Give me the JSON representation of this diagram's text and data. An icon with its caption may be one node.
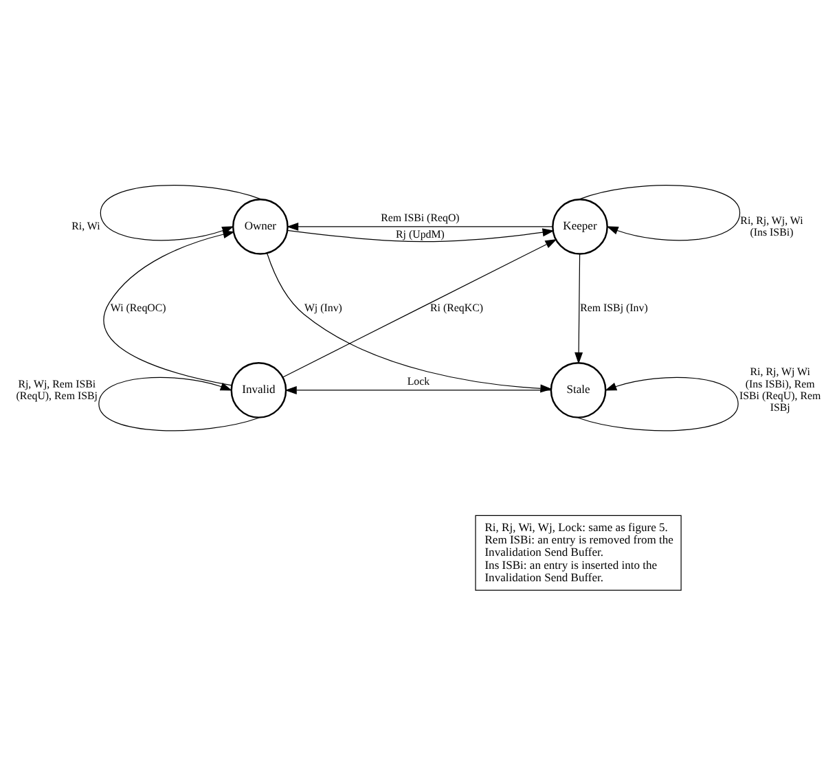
{
  "diagram": {
    "nodes": [
      {
        "text": [
          "Owner"
        ]
      },
      {
        "text": [
          "Keeper"
        ]
      },
      {
        "text": [
          "Invalid"
        ]
      },
      {
        "text": [
          "Stale"
        ]
      },
      {
        "text": [
          "Ri, Rj, Wi, Wj, Lock: same as figure 5.",
          "Rem ISBi: an entry is removed from the Invalidation Send Buffer.",
          "Ins ISBi: an entry is inserted into the Invalidation Send Buffer."
        ]
      }
    ],
    "edges": [
      {
        "from": 0,
        "to": 0,
        "arrow": "to",
        "label": "Ri, Wi"
      },
      {
        "from": 1,
        "to": 1,
        "arrow": "to",
        "label": "Ri, Rj, Wj, Wi (Ins ISBi)"
      },
      {
        "from": 1,
        "to": 0,
        "arrow": "to",
        "label": "Rem ISBi (ReqO)"
      },
      {
        "from": 0,
        "to": 1,
        "arrow": "to",
        "label": "Rj (UpdM)"
      },
      {
        "from": 0,
        "to": 3,
        "arrow": "to",
        "label": "Wj (Inv)"
      },
      {
        "from": 2,
        "to": 0,
        "arrow": "to",
        "label": "Wi (ReqOC)"
      },
      {
        "from": 2,
        "to": 1,
        "arrow": "to",
        "label": "Ri (ReqKC)"
      },
      {
        "from": 1,
        "to": 3,
        "arrow": "to",
        "label": "Rem ISBj (Inv)"
      },
      {
        "from": 3,
        "to": 2,
        "arrow": "to",
        "label": "Lock"
      },
      {
        "from": 2,
        "to": 2,
        "arrow": "to",
        "label": "Rj, Wj, Rem ISBi (ReqU), Rem ISBj"
      },
      {
        "from": 3,
        "to": 3,
        "arrow": "to",
        "label": "Ri, Rj, Wj Wi (Ins ISBi), Rem ISBi (ReqU), Rem ISBj"
      }
    ]
  }
}
